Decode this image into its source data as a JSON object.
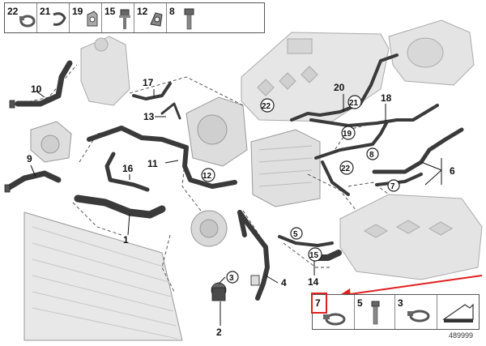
{
  "top_parts": [
    {
      "num": "22",
      "icon": "hose-clamp-icon"
    },
    {
      "num": "21",
      "icon": "spring-clip-icon"
    },
    {
      "num": "19",
      "icon": "bracket-clip-icon"
    },
    {
      "num": "15",
      "icon": "collar-bolt-icon"
    },
    {
      "num": "12",
      "icon": "holder-clip-icon"
    },
    {
      "num": "8",
      "icon": "hex-bolt-icon"
    }
  ],
  "bottom_parts": [
    {
      "num": "7",
      "icon": "hose-clamp-icon",
      "highlighted": true
    },
    {
      "num": "5",
      "icon": "bolt-icon"
    },
    {
      "num": "3",
      "icon": "hose-clamp-icon"
    },
    {
      "num": "",
      "icon": "arrow-pointer-icon"
    }
  ],
  "callouts": [
    {
      "id": "1",
      "circled": false
    },
    {
      "id": "2",
      "circled": false
    },
    {
      "id": "3",
      "circled": true
    },
    {
      "id": "4",
      "circled": false
    },
    {
      "id": "5",
      "circled": true
    },
    {
      "id": "6",
      "circled": false
    },
    {
      "id": "7",
      "circled": true
    },
    {
      "id": "8",
      "circled": true
    },
    {
      "id": "9",
      "circled": false
    },
    {
      "id": "10",
      "circled": false
    },
    {
      "id": "11",
      "circled": false
    },
    {
      "id": "12",
      "circled": true
    },
    {
      "id": "13",
      "circled": false
    },
    {
      "id": "14",
      "circled": false
    },
    {
      "id": "15",
      "circled": true
    },
    {
      "id": "16",
      "circled": false
    },
    {
      "id": "17",
      "circled": false
    },
    {
      "id": "18",
      "circled": false
    },
    {
      "id": "19",
      "circled": true
    },
    {
      "id": "20",
      "circled": false
    },
    {
      "id": "21",
      "circled": true
    },
    {
      "id": "22",
      "circled": true
    }
  ],
  "part_ref": "489999",
  "colors": {
    "highlight": "#e02020",
    "line": "#222222",
    "hose": "#3a3a3a",
    "component": "#bdbdbd"
  }
}
